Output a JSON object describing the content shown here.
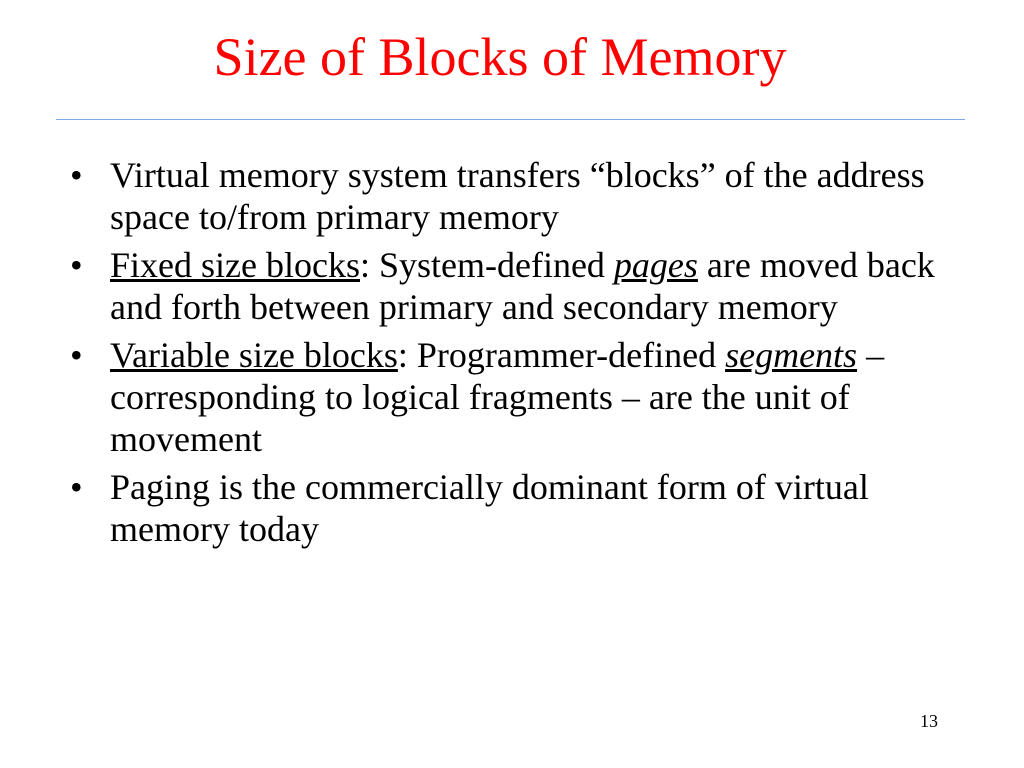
{
  "slide": {
    "title": "Size of Blocks of Memory",
    "bullet_glyph": "•",
    "bullets": [
      {
        "text": "Virtual memory system transfers “blocks” of the address space to/from primary memory"
      },
      {
        "term": "Fixed size blocks",
        "after_term": ": System-defined ",
        "emphasis": "pages",
        "rest": " are moved back and forth between primary and secondary memory"
      },
      {
        "term": "Variable size blocks",
        "after_term": ": Programmer-defined ",
        "emphasis": "segments",
        "rest": " – corresponding to logical fragments – are the unit of movement"
      },
      {
        "text": "Paging is the commercially dominant form of virtual memory today"
      }
    ],
    "page_number": "13"
  },
  "colors": {
    "title": "#ff0000",
    "divider": "#7fa9e6",
    "text": "#000000",
    "background": "#ffffff"
  }
}
